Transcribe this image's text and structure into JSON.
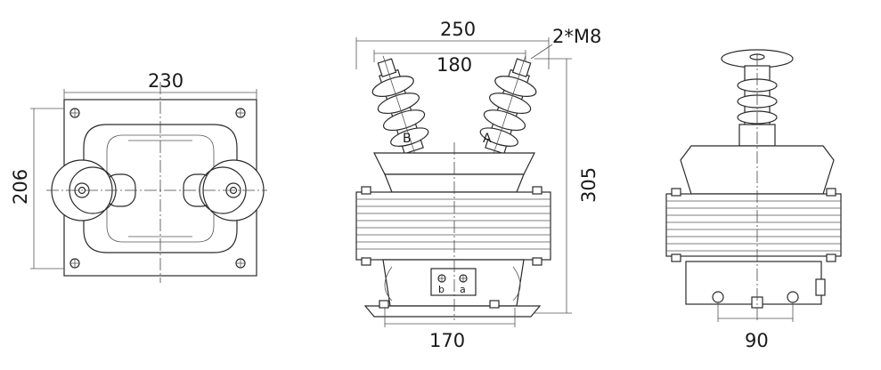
{
  "dimensions": {
    "top_width": "230",
    "top_height": "206",
    "front_width": "250",
    "front_inner": "180",
    "front_height": "305",
    "front_base": "170",
    "side_base": "90"
  },
  "labels": {
    "bolt_spec": "2*M8",
    "terminal_b": "B",
    "terminal_a": "A",
    "secondary_b": "b",
    "secondary_a": "a"
  }
}
